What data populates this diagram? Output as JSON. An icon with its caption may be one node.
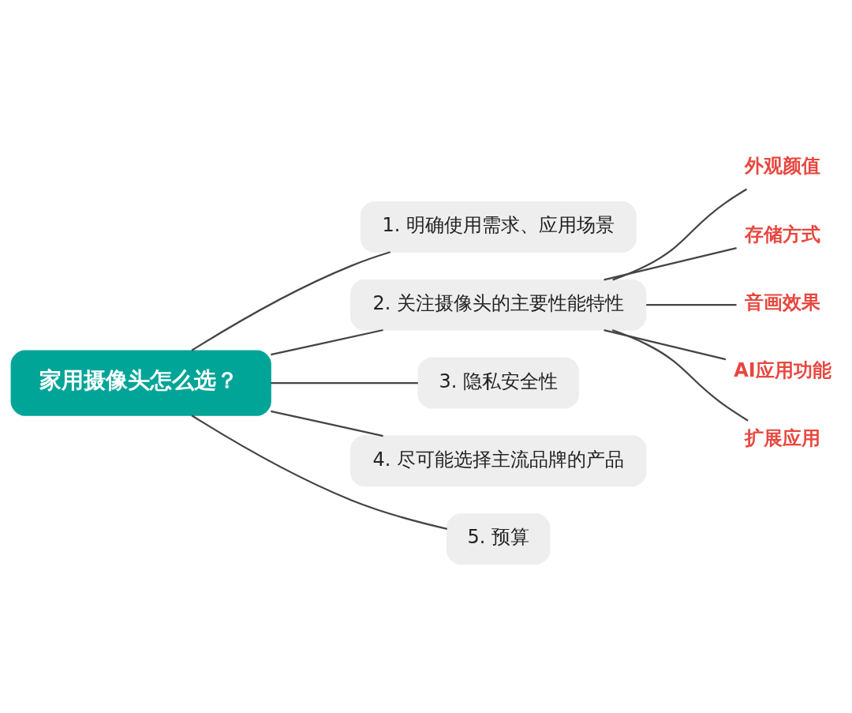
{
  "diagram": {
    "nodes": [
      {
        "text": [
          "家用摄像头怎么选？"
        ]
      },
      {
        "text": [
          "1. 明确使用需求、应用场景"
        ]
      },
      {
        "text": [
          "2. 关注摄像头的主要性能特性"
        ]
      },
      {
        "text": [
          "外观颜值"
        ]
      },
      {
        "text": [
          "存储方式"
        ]
      },
      {
        "text": [
          "音画效果"
        ]
      },
      {
        "text": [
          "AI应用功能"
        ]
      },
      {
        "text": [
          "扩展应用"
        ]
      },
      {
        "text": [
          "3. 隐私安全性"
        ]
      },
      {
        "text": [
          "4. 尽可能选择主流品牌的产品"
        ]
      },
      {
        "text": [
          "5. 预算"
        ]
      }
    ],
    "edges": [
      {
        "from": 0,
        "to": 1,
        "arrow": "none"
      },
      {
        "from": 0,
        "to": 2,
        "arrow": "none"
      },
      {
        "from": 2,
        "to": 3,
        "arrow": "none"
      },
      {
        "from": 2,
        "to": 4,
        "arrow": "none"
      },
      {
        "from": 2,
        "to": 5,
        "arrow": "none"
      },
      {
        "from": 2,
        "to": 6,
        "arrow": "none"
      },
      {
        "from": 2,
        "to": 7,
        "arrow": "none"
      },
      {
        "from": 0,
        "to": 8,
        "arrow": "none"
      },
      {
        "from": 0,
        "to": 9,
        "arrow": "none"
      },
      {
        "from": 0,
        "to": 10,
        "arrow": "none"
      }
    ]
  }
}
